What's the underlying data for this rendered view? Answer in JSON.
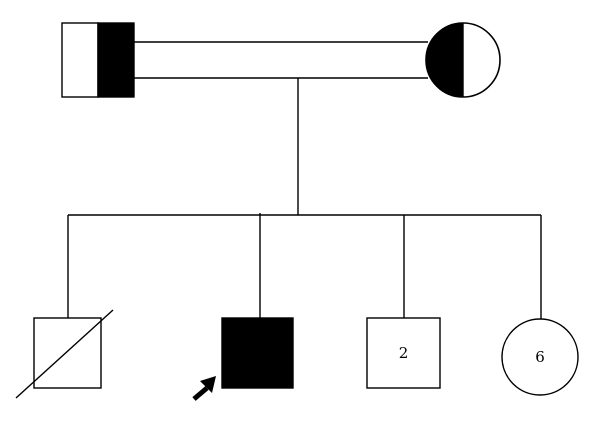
{
  "pedigree": {
    "colors": {
      "affected": "#000000",
      "unaffected": "#ffffff",
      "line": "#000000"
    },
    "generation_1": {
      "father": {
        "shape": "square",
        "status": "carrier-half-shaded"
      },
      "mother": {
        "shape": "circle",
        "status": "carrier-half-shaded"
      }
    },
    "generation_2": [
      {
        "id": "child-1",
        "shape": "square",
        "status": "deceased",
        "count_label": ""
      },
      {
        "id": "child-2",
        "shape": "square",
        "status": "affected",
        "proband": true,
        "count_label": ""
      },
      {
        "id": "child-3",
        "shape": "square",
        "status": "unaffected",
        "count_label": "2"
      },
      {
        "id": "child-4",
        "shape": "circle",
        "status": "unaffected",
        "count_label": "6"
      }
    ],
    "proband_marker": "arrow-icon"
  }
}
